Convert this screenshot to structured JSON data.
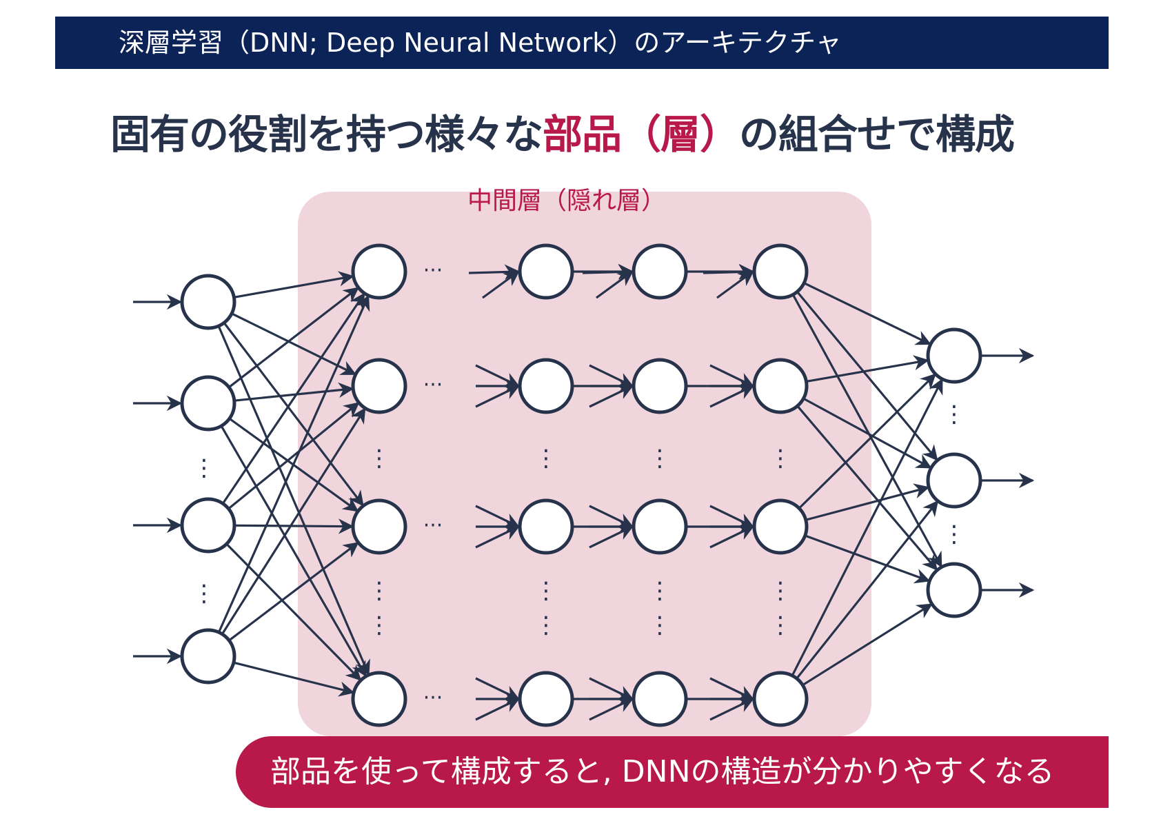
{
  "header": {
    "title": "深層学習（DNN; Deep Neural Network）のアーキテクチャ"
  },
  "headline": {
    "before": "固有の役割を持つ様々な",
    "highlight": "部品（層）",
    "after": "の組合せで構成"
  },
  "hidden_layer": {
    "label": "中間層（隠れ層）"
  },
  "footer": {
    "text": "部品を使って構成すると, DNNの構造が分かりやすくなる"
  },
  "colors": {
    "navy": "#0c2357",
    "accent": "#b8184a",
    "hidden_bg": "#f1d5dd",
    "ink": "#27324b"
  },
  "ellipsis": {
    "horizontal": "···",
    "vertical": "⋮"
  }
}
